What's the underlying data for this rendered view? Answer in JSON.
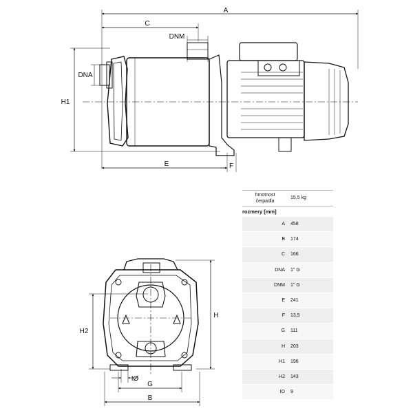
{
  "labels": {
    "A": "A",
    "C": "C",
    "DNM": "DNM",
    "DNA": "DNA",
    "H1": "H1",
    "E": "E",
    "F": "F",
    "H": "H",
    "H2": "H2",
    "IO": "IØ",
    "G": "G",
    "B": "B"
  },
  "spec": {
    "weight_label": "hmotnost\nčerpadla",
    "weight_value": "15,5 kg",
    "dims_header": "rozmery [mm]",
    "rows": [
      {
        "key": "A",
        "value": "458"
      },
      {
        "key": "B",
        "value": "174"
      },
      {
        "key": "C",
        "value": "166"
      },
      {
        "key": "DNA",
        "value": "1\" G"
      },
      {
        "key": "DNM",
        "value": "1\" G"
      },
      {
        "key": "E",
        "value": "241"
      },
      {
        "key": "F",
        "value": "13,5"
      },
      {
        "key": "G",
        "value": "111"
      },
      {
        "key": "H",
        "value": "203"
      },
      {
        "key": "H1",
        "value": "196"
      },
      {
        "key": "H2",
        "value": "143"
      },
      {
        "key": "IO",
        "value": "9"
      }
    ]
  }
}
